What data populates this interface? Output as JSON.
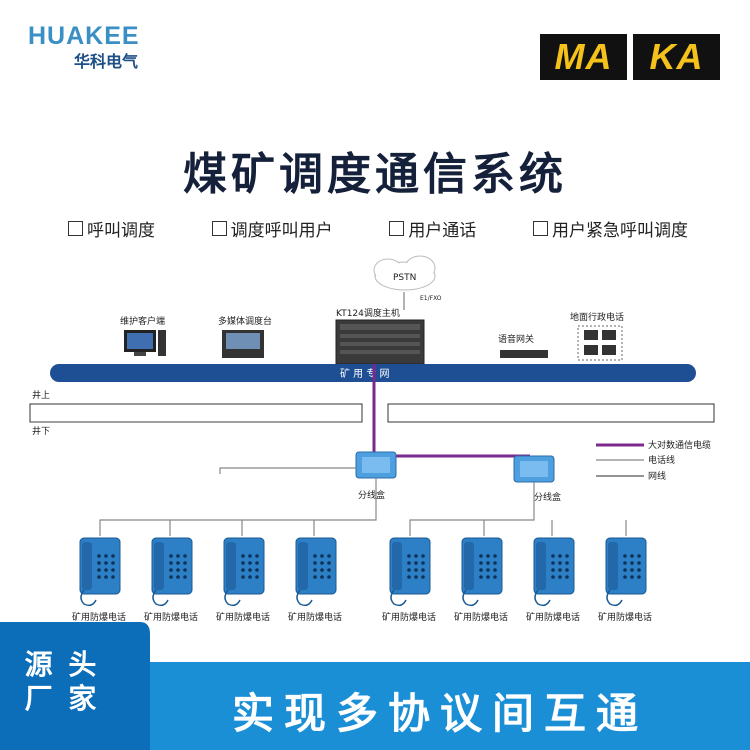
{
  "brand": {
    "name_en": "HUAKEE",
    "name_cn": "华科电气",
    "color": "#3a8fc4"
  },
  "badge": {
    "left": "MA",
    "right": "KA",
    "bg": "#111111",
    "fg": "#f4c21a"
  },
  "title": "煤矿调度通信系统",
  "features": [
    "呼叫调度",
    "调度呼叫用户",
    "用户通话",
    "用户紧急呼叫调度"
  ],
  "diagram": {
    "cloud": "PSTN",
    "cloud_link": "E1/FXO",
    "host": "KT124调度主机",
    "client": "维护客户端",
    "multimedia": "多媒体调度台",
    "gateway": "语音网关",
    "ground_phones": "地面行政电话",
    "bus": "矿 用 专 网",
    "above": "井上",
    "below": "井下",
    "junction_left": "分线盒",
    "junction_right": "分线盒",
    "phone_label": "矿用防爆电话",
    "legend": [
      {
        "label": "大对数通信电缆",
        "color": "#7b2a8b"
      },
      {
        "label": "电话线",
        "color": "#888888"
      },
      {
        "label": "网线",
        "color": "#555555"
      }
    ]
  },
  "slogan": {
    "left_line1": "源 头",
    "left_line2": "厂 家",
    "main": "实现多协议间互通"
  },
  "colors": {
    "bus": "#1e4f94",
    "cable": "#7b2a8b",
    "phone": "#2d7fc6",
    "banner": "#1a8fd6"
  }
}
